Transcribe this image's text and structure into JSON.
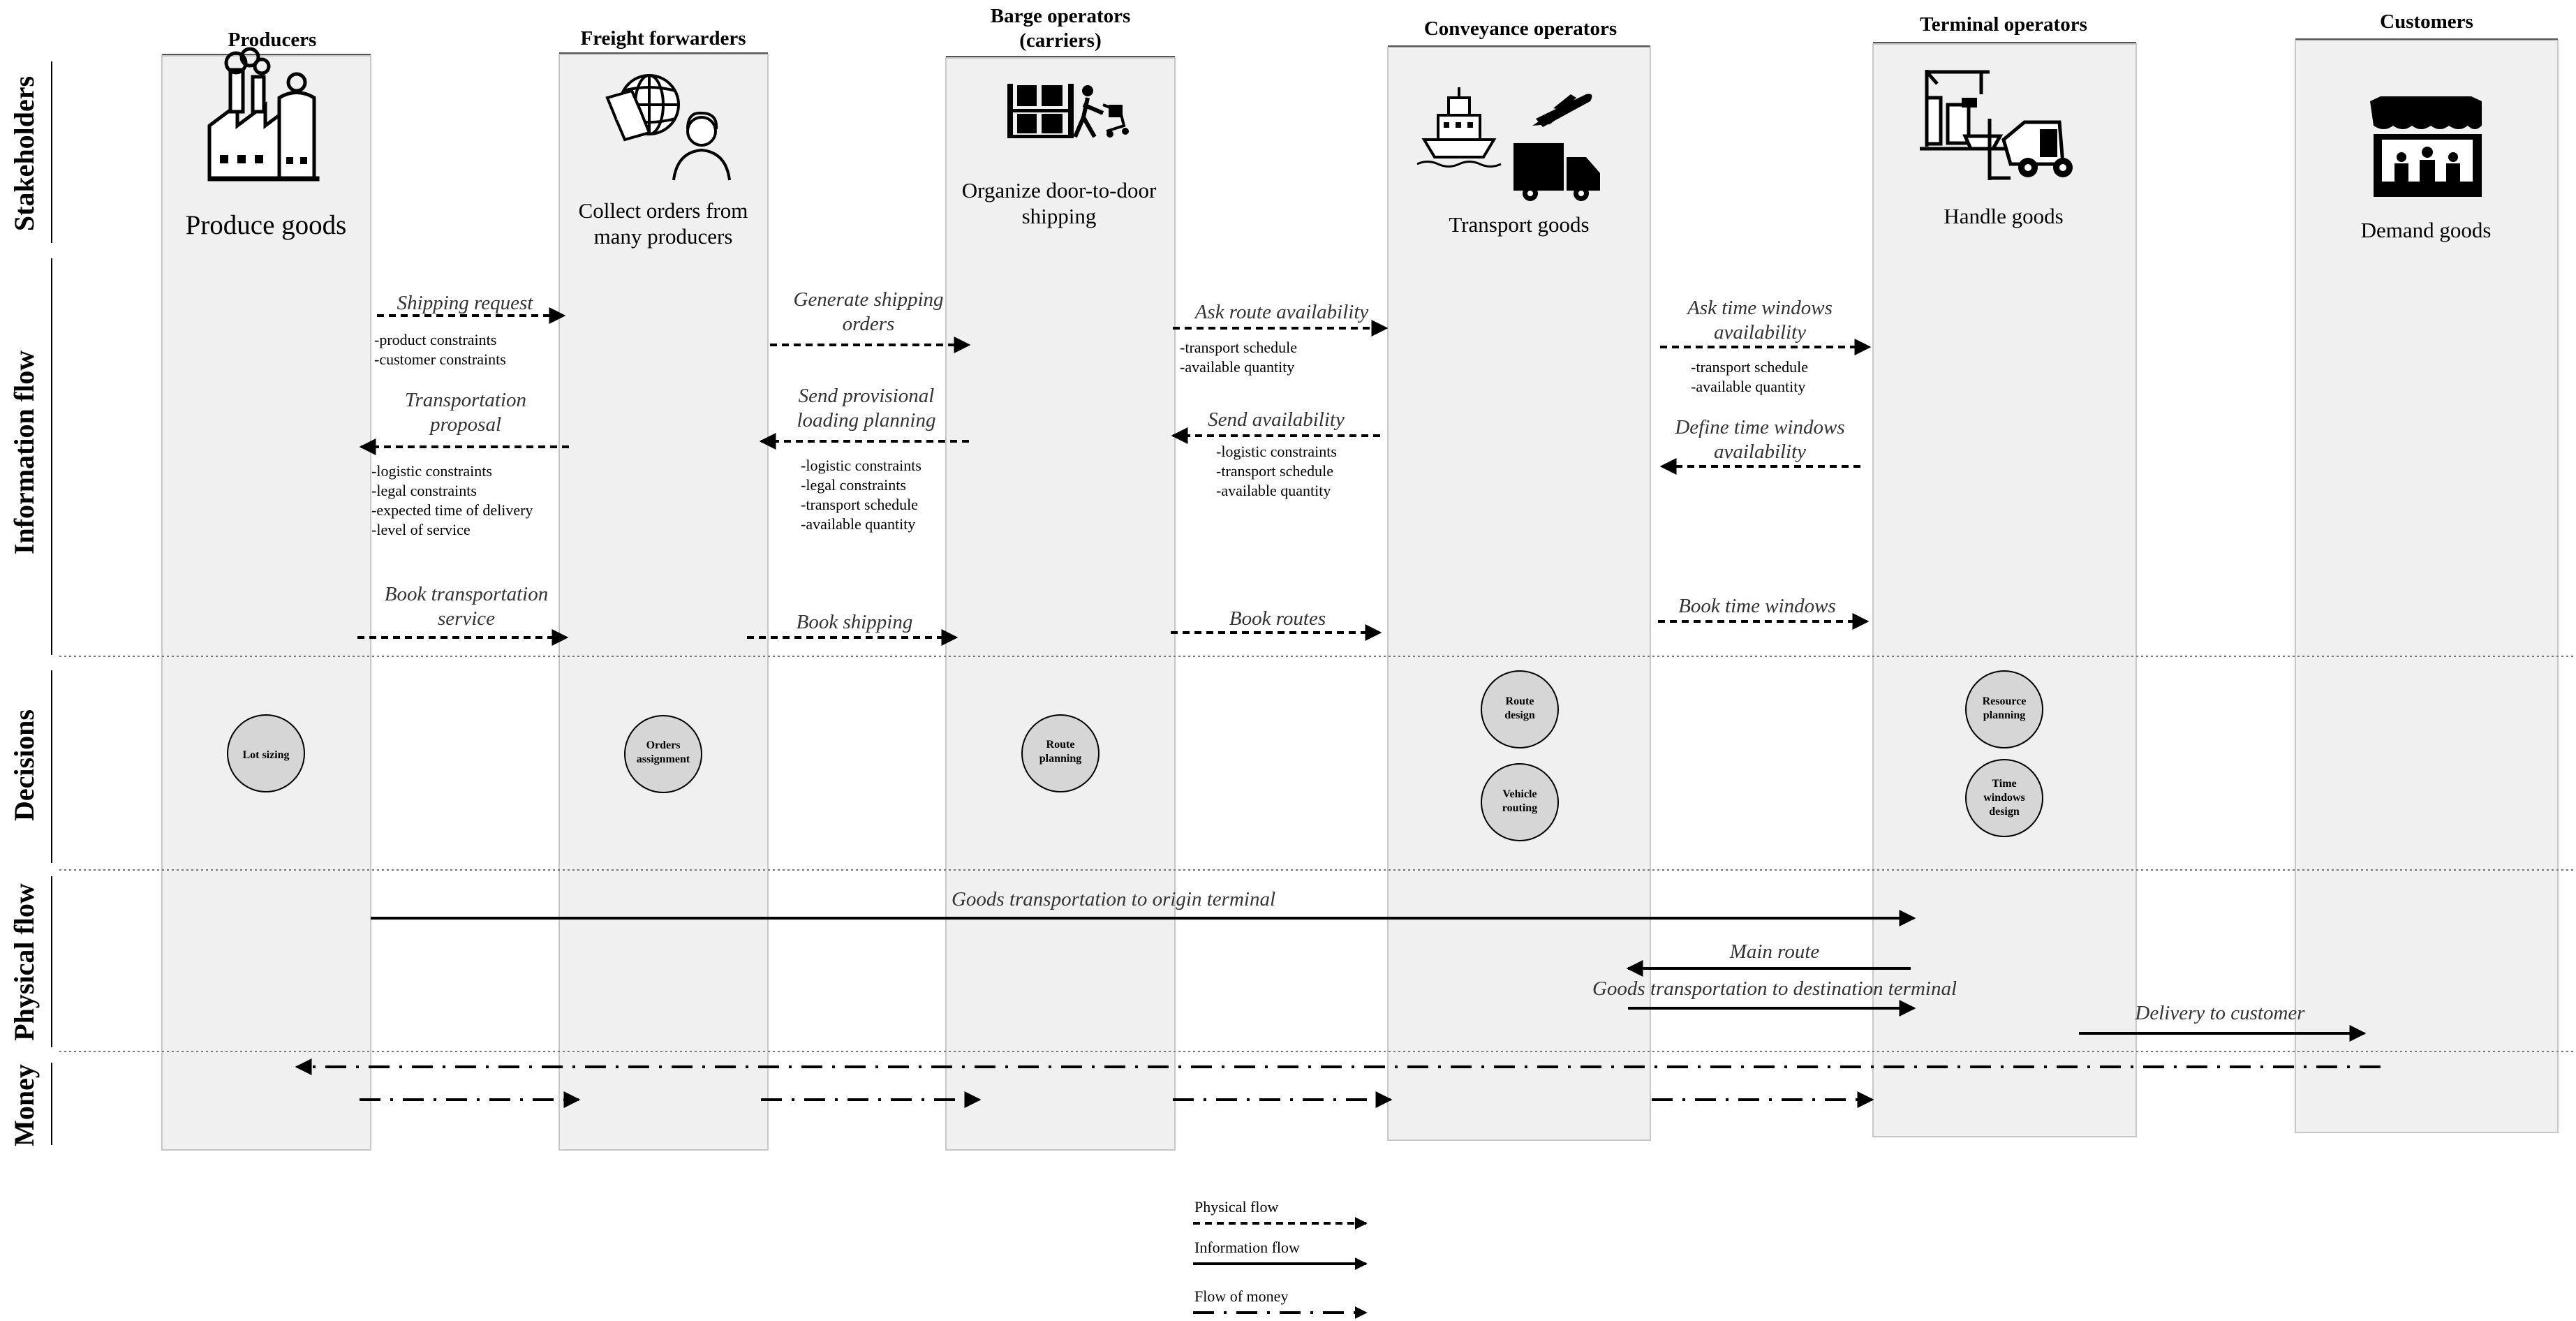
{
  "stakeholders": [
    {
      "title": [
        "Producers"
      ],
      "role": [
        "Produce goods"
      ],
      "icon": "factory-icon",
      "decisions": [
        "Lot sizing"
      ]
    },
    {
      "title": [
        "Freight forwarders"
      ],
      "role": [
        "Collect orders from",
        "many producers"
      ],
      "icon": "freight-forwarder-icon",
      "decisions": [
        "Orders assignment"
      ]
    },
    {
      "title": [
        "Barge operators",
        "(carriers)"
      ],
      "role": [
        "Organize door-to-door",
        "shipping"
      ],
      "icon": "warehouse-worker-icon",
      "decisions": [
        "Route planning"
      ]
    },
    {
      "title": [
        "Conveyance operators"
      ],
      "role": [
        "Transport goods"
      ],
      "icon": "ship-plane-truck-icon",
      "decisions": [
        "Route design",
        "Vehicle routing"
      ]
    },
    {
      "title": [
        "Terminal operators"
      ],
      "role": [
        "Handle goods"
      ],
      "icon": "crane-forklift-icon",
      "decisions": [
        "Resource planning",
        "Time windows design"
      ]
    },
    {
      "title": [
        "Customers"
      ],
      "role": [
        "Demand goods"
      ],
      "icon": "shop-icon",
      "decisions": []
    }
  ],
  "rows": [
    "Stakeholders",
    "Information flow",
    "Decisions",
    "Physical flow",
    "Money"
  ],
  "information_flows": [
    {
      "label": [
        "Shipping request"
      ],
      "details": [
        "-product constraints",
        "-customer constraints"
      ]
    },
    {
      "label": [
        "Transportation",
        "proposal"
      ],
      "details": [
        "-logistic constraints",
        "-legal constraints",
        "-expected time of delivery",
        "-level of service"
      ]
    },
    {
      "label": [
        "Book transportation",
        "service"
      ],
      "details": []
    },
    {
      "label": [
        "Generate shipping",
        "orders"
      ],
      "details": []
    },
    {
      "label": [
        "Send provisional",
        "loading planning"
      ],
      "details": [
        "-logistic constraints",
        "-legal constraints",
        "-transport schedule",
        "-available quantity"
      ]
    },
    {
      "label": [
        "Book shipping"
      ],
      "details": []
    },
    {
      "label": [
        "Ask route availability"
      ],
      "details": [
        "-transport schedule",
        "-available quantity"
      ]
    },
    {
      "label": [
        "Send availability"
      ],
      "details": [
        "-logistic constraints",
        "-transport schedule",
        "-available quantity"
      ]
    },
    {
      "label": [
        "Book routes"
      ],
      "details": []
    },
    {
      "label": [
        "Ask time windows",
        "availability"
      ],
      "details": [
        "-transport schedule",
        "-available quantity"
      ]
    },
    {
      "label": [
        "Define time windows",
        "availability"
      ],
      "details": []
    },
    {
      "label": [
        "Book time windows"
      ],
      "details": []
    }
  ],
  "physical_flows": [
    {
      "label": "Goods transportation to origin terminal"
    },
    {
      "label": "Main route"
    },
    {
      "label": "Goods transportation to destination terminal"
    },
    {
      "label": "Delivery to customer"
    }
  ],
  "legend": [
    {
      "label": "Physical flow",
      "style": "dashed"
    },
    {
      "label": "Information flow",
      "style": "solid"
    },
    {
      "label": "Flow of money",
      "style": "dash-dot"
    }
  ],
  "colors": {
    "column_fill": "#f0f0f0",
    "column_stroke": "#c8c8c8",
    "node_fill": "#d6d6d6",
    "ink": "#000000",
    "italic_text": "#333333",
    "separator": "#777777"
  }
}
